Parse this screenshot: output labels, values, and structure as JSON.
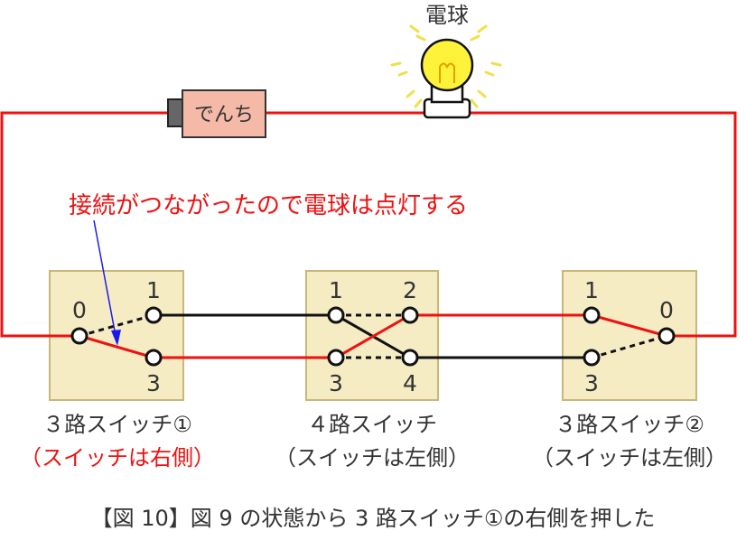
{
  "title": "【図 10】図 9 の状態から 3 路スイッチ①の右側を押した",
  "bulb_label": "電球",
  "battery_label": "でんち",
  "annotation": "接続がつながったので電球は点灯する",
  "colors": {
    "wire_live": "#ee1111",
    "wire_idle": "#111111",
    "switch_box": "#f5ecc4",
    "switch_box_border": "#c8b778",
    "battery_body": "#f5b9a8",
    "battery_cap": "#666666",
    "bulb_glass": "#fff23a",
    "annotation_text": "#ee1111",
    "arrow": "#1a1aee"
  },
  "switch1": {
    "terminals": [
      "0",
      "1",
      "3"
    ],
    "name": "３路スイッチ①",
    "state": "（スイッチは右側）"
  },
  "switch4way": {
    "terminals": [
      "1",
      "2",
      "3",
      "4"
    ],
    "name": "４路スイッチ",
    "state": "（スイッチは左側）"
  },
  "switch2": {
    "terminals": [
      "1",
      "0",
      "3"
    ],
    "name": "３路スイッチ②",
    "state": "（スイッチは左側）"
  }
}
